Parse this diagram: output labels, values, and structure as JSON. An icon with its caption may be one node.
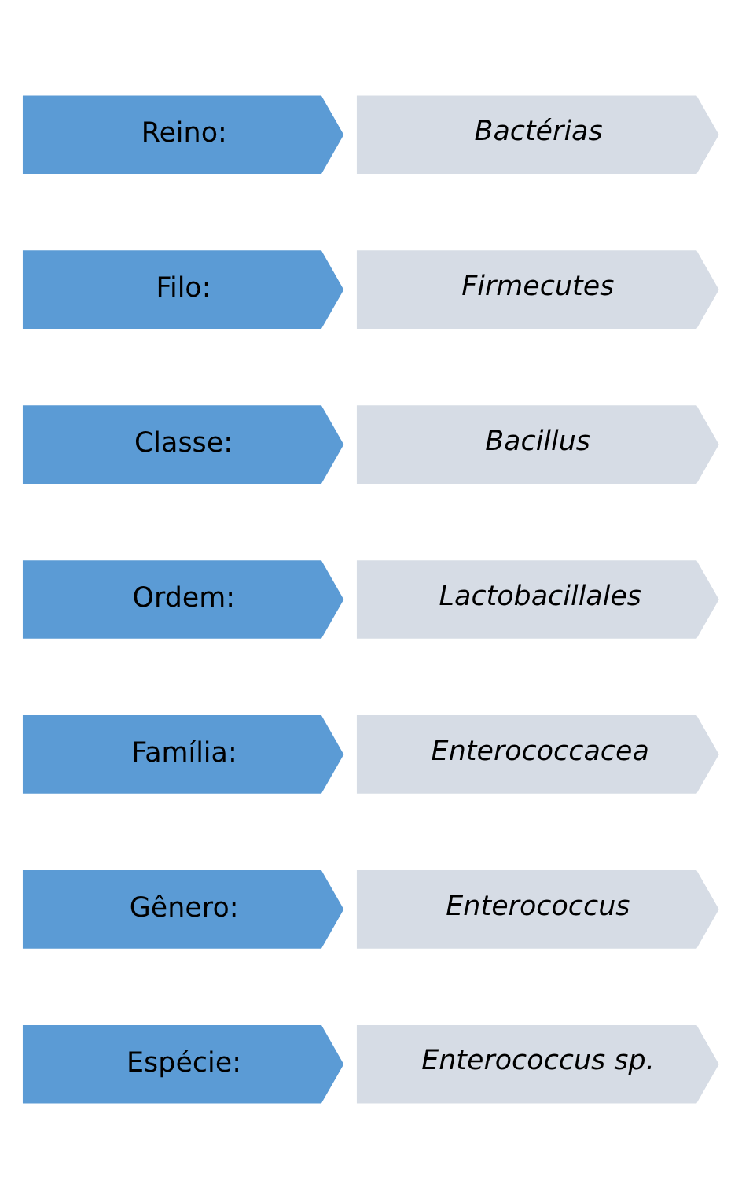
{
  "diagram": {
    "nodes": [
      {
        "text": [
          "Reino:"
        ]
      },
      {
        "text": [
          "Bactérias"
        ]
      },
      {
        "text": [
          "Filo:"
        ]
      },
      {
        "text": [
          "Firmecutes"
        ]
      },
      {
        "text": [
          "Classe:"
        ]
      },
      {
        "text": [
          "Bacillus"
        ]
      },
      {
        "text": [
          "Ordem:"
        ]
      },
      {
        "text": [
          "Lactobacillales"
        ]
      },
      {
        "text": [
          "Família:"
        ]
      },
      {
        "text": [
          "Enterococcacea"
        ]
      },
      {
        "text": [
          "Gênero:"
        ]
      },
      {
        "text": [
          "Enterococcus"
        ]
      },
      {
        "text": [
          "Espécie:"
        ]
      },
      {
        "text": [
          "Enterococcus sp."
        ]
      }
    ],
    "edges": []
  }
}
